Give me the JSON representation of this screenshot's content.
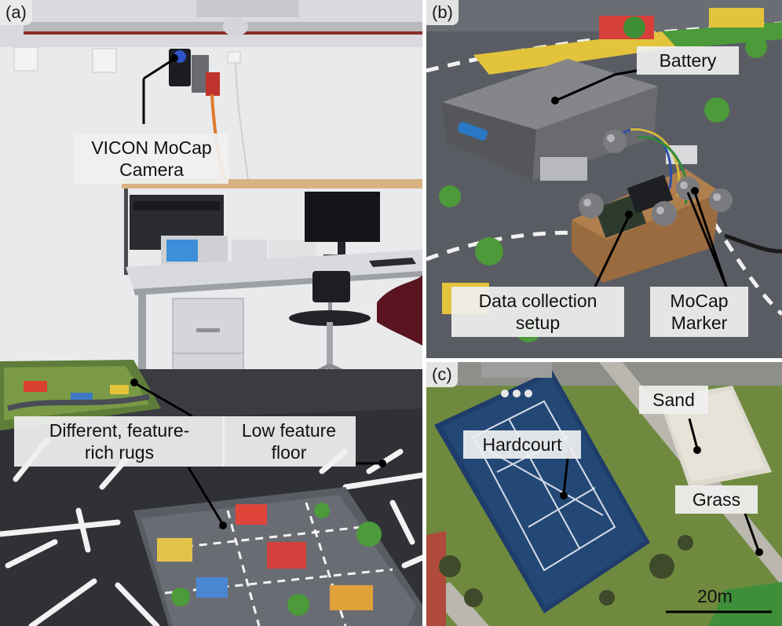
{
  "panels": {
    "a": {
      "label": "(a)",
      "callouts": {
        "camera": "VICON MoCap\nCamera",
        "rugs": "Different, feature-\nrich rugs",
        "floor": "Low feature\nfloor"
      }
    },
    "b": {
      "label": "(b)",
      "callouts": {
        "battery": "Battery",
        "data": "Data collection\nsetup",
        "marker": "MoCap\nMarker"
      }
    },
    "c": {
      "label": "(c)",
      "callouts": {
        "sand": "Sand",
        "hardcourt": "Hardcourt",
        "grass": "Grass"
      },
      "scale_label": "20m"
    }
  },
  "colors": {
    "rug_gray": "#5a5c63",
    "court_blue": "#1e3d6b",
    "grass_green": "#6f8a3e",
    "floor_dark": "#2f3136"
  }
}
